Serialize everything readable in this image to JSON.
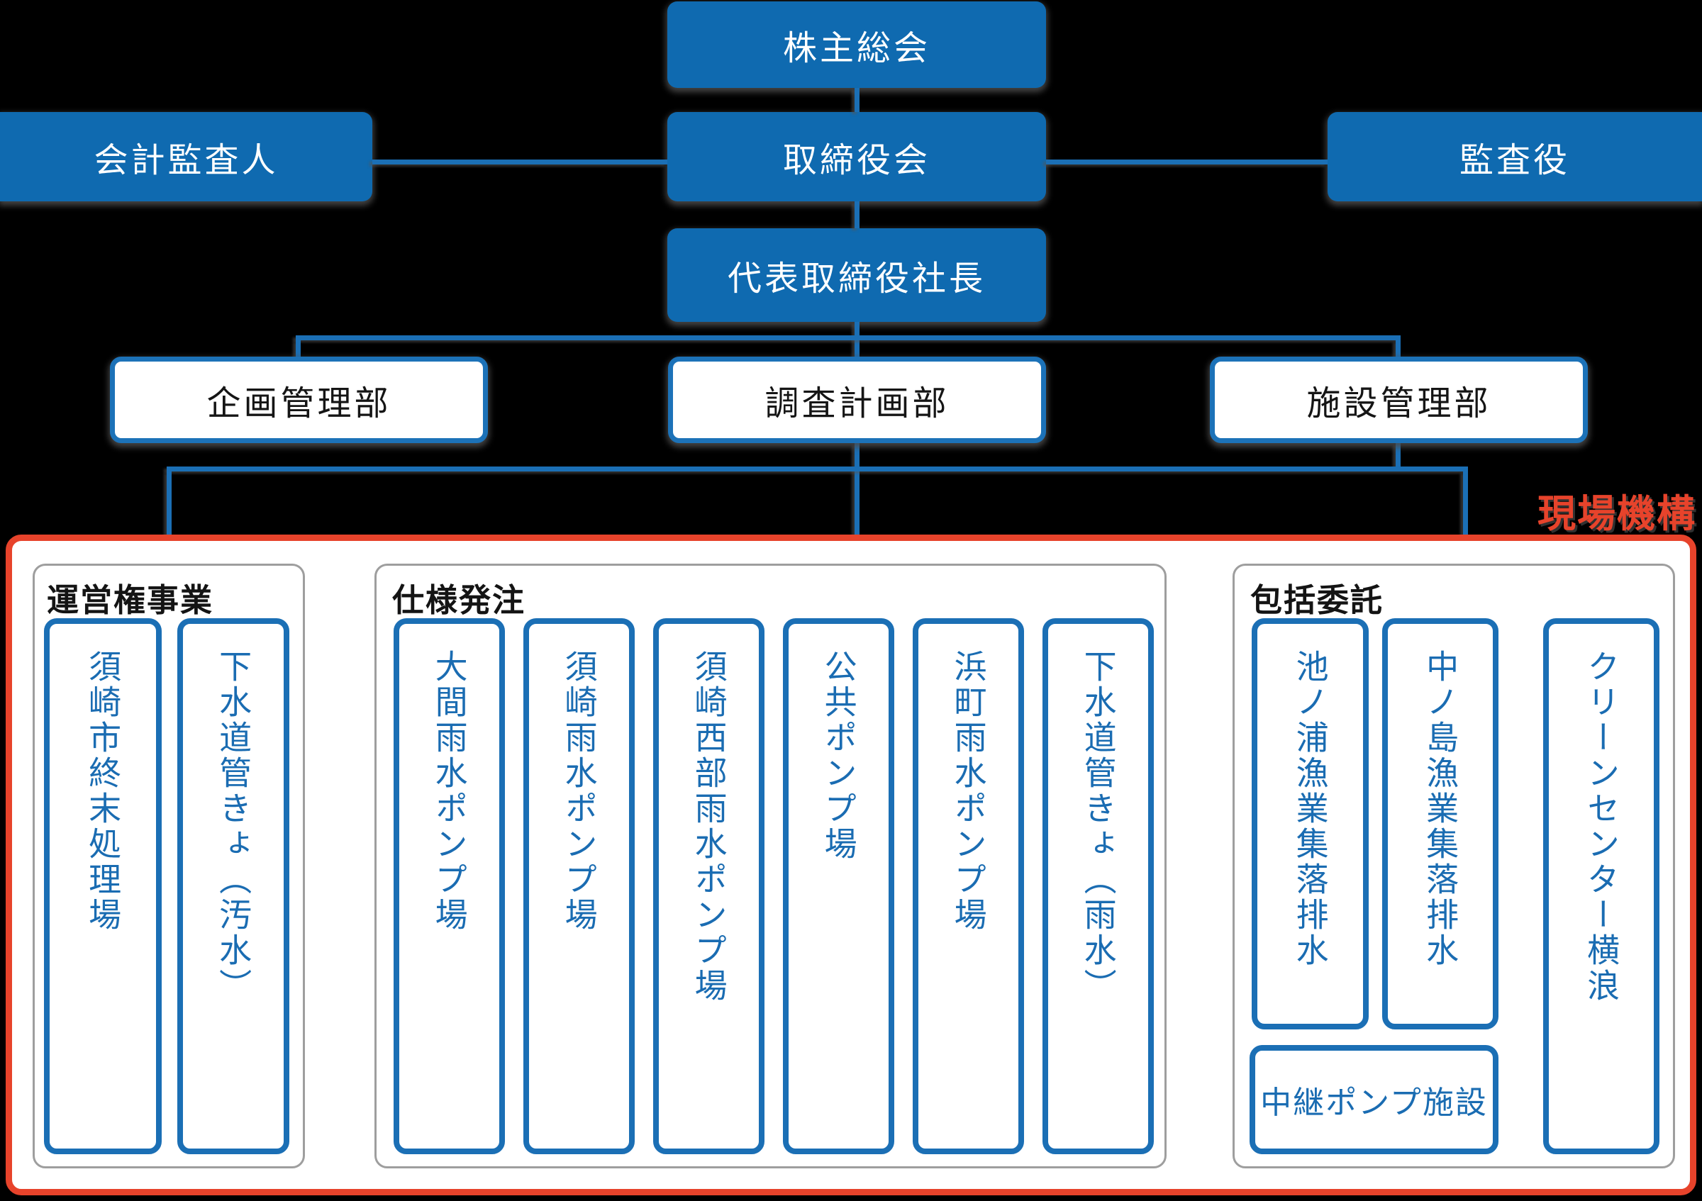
{
  "colors": {
    "box_blue": "#0f6ab0",
    "line_blue": "#1b6fb5",
    "facility_blue": "#1a6cb2",
    "field_red": "#e7432b",
    "group_border_gray": "#9e9e9e",
    "background": "#000000"
  },
  "org": {
    "shareholders_label": "株主総会",
    "accounting_auditor_label": "会計監査人",
    "board_label": "取締役会",
    "corporate_auditor_label": "監査役",
    "president_label": "代表取締役社長"
  },
  "departments": [
    {
      "label": "企画管理部"
    },
    {
      "label": "調査計画部"
    },
    {
      "label": "施設管理部"
    }
  ],
  "field_org": {
    "caption": "現場機構",
    "groups": [
      {
        "label": "運営権事業",
        "items": [
          "須崎市終末処理場",
          "下水道管きょ（汚水）"
        ]
      },
      {
        "label": "仕様発注",
        "items": [
          "大間雨水ポンプ場",
          "須崎雨水ポンプ場",
          "須崎西部雨水ポンプ場",
          "公共ポンプ場",
          "浜町雨水ポンプ場",
          "下水道管きょ（雨水）"
        ]
      },
      {
        "label": "包括委託",
        "items": [
          "池ノ浦漁業集落排水",
          "中ノ島漁業集落排水",
          "クリーンセンター横浪"
        ],
        "bottom_item": "中継ポンプ施設"
      }
    ]
  }
}
